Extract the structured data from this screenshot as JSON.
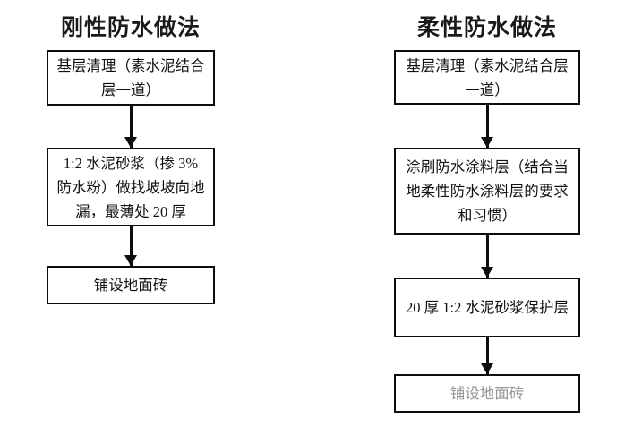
{
  "diagram": {
    "type": "flowchart",
    "background_color": "#ffffff",
    "line_color": "#0d0d0d",
    "columns": [
      {
        "id": "rigid",
        "title": "刚性防水做法",
        "nodes": [
          {
            "id": "rigid-1",
            "text": "基层清理（素水泥结合层一道）"
          },
          {
            "id": "rigid-2",
            "text": "1:2 水泥砂浆（掺 3% 防水粉）做找坡坡向地漏，最薄处 20 厚"
          },
          {
            "id": "rigid-3",
            "text": "铺设地面砖"
          }
        ],
        "connectors": [
          {
            "id": "rigid-arrow-1",
            "from": "rigid-1",
            "to": "rigid-2"
          },
          {
            "id": "rigid-arrow-2",
            "from": "rigid-2",
            "to": "rigid-3"
          }
        ]
      },
      {
        "id": "flexible",
        "title": "柔性防水做法",
        "nodes": [
          {
            "id": "flexible-1",
            "text": "基层清理（素水泥结合层一道）"
          },
          {
            "id": "flexible-2",
            "text": "涂刷防水涂料层（结合当地柔性防水涂料层的要求和习惯）"
          },
          {
            "id": "flexible-3",
            "text": "20 厚 1:2 水泥砂浆保护层"
          },
          {
            "id": "flexible-4",
            "text": "铺设地面砖"
          }
        ],
        "connectors": [
          {
            "id": "flexible-arrow-1",
            "from": "flexible-1",
            "to": "flexible-2"
          },
          {
            "id": "flexible-arrow-2",
            "from": "flexible-2",
            "to": "flexible-3"
          },
          {
            "id": "flexible-arrow-3",
            "from": "flexible-3",
            "to": "flexible-4"
          }
        ]
      }
    ]
  }
}
